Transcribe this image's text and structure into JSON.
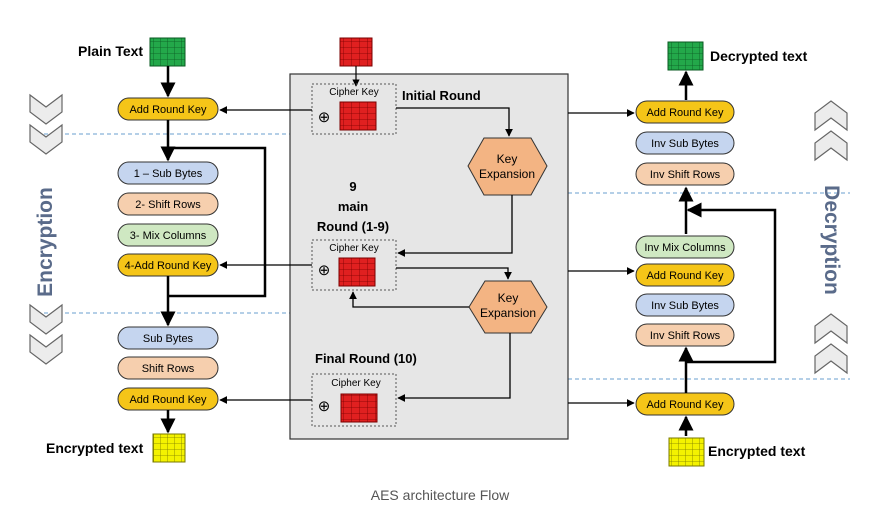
{
  "labels": {
    "plain_text": "Plain Text",
    "decrypted_text": "Decrypted text",
    "encrypted_text_left": "Encrypted text",
    "encrypted_text_right": "Encrypted text",
    "encryption": "Encryption",
    "decryption": "Decryption",
    "caption": "AES architecture Flow"
  },
  "center": {
    "cipher_key_1": "Cipher Key",
    "cipher_key_2": "Cipher Key",
    "cipher_key_3": "Cipher Key",
    "initial_round": "Initial Round",
    "main_round_line1": "9",
    "main_round_line2": "main",
    "main_round_line3": "Round (1-9)",
    "final_round": "Final Round (10)",
    "key_expansion_1a": "Key",
    "key_expansion_1b": "Expansion",
    "key_expansion_2a": "Key",
    "key_expansion_2b": "Expansion",
    "xor_symbol": "⊕"
  },
  "encryption_steps": {
    "add_round_key": "Add Round Key",
    "sub_bytes_1": "1 – Sub Bytes",
    "shift_rows_2": "2- Shift Rows",
    "mix_columns_3": "3- Mix Columns",
    "add_round_key_4": "4-Add Round Key",
    "sub_bytes": "Sub Bytes",
    "shift_rows": "Shift Rows",
    "add_round_key_final": "Add Round Key"
  },
  "decryption_steps": {
    "add_round_key_top": "Add Round Key",
    "inv_sub_bytes_top": "Inv  Sub Bytes",
    "inv_shift_rows_top": "Inv Shift Rows",
    "inv_mix_columns": "Inv Mix Columns",
    "add_round_key_mid": "Add Round Key",
    "inv_sub_bytes_mid": "Inv Sub Bytes",
    "inv_shift_rows_mid": "Inv Shift Rows",
    "add_round_key_bottom": "Add Round Key"
  },
  "colors": {
    "yellow": "#f5c518",
    "blue": "#c5d5ef",
    "peach": "#f6cfae",
    "green": "#cfe8c2",
    "red": "#e02020",
    "grid_green": "#23a84a",
    "grid_yellow": "#f4f200",
    "hexagon": "#f3b483",
    "panel": "#e6e6e6"
  }
}
